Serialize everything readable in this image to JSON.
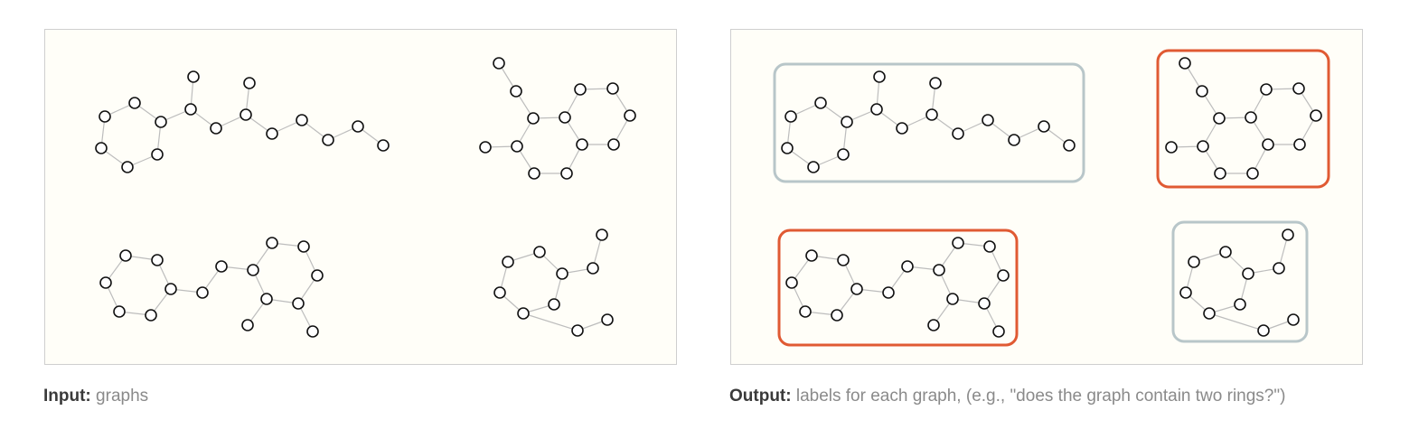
{
  "captions": {
    "input_label": "Input:",
    "input_text": "graphs",
    "output_label": "Output:",
    "output_text": "labels for each graph, (e.g., \"does the graph contain two rings?\")"
  },
  "colors": {
    "label_positive": "#e05a33",
    "label_negative": "#b8c6c9",
    "node_stroke": "#111111",
    "edge": "#bdbdbd",
    "panel_bg": "#fffef8"
  },
  "graphs": [
    {
      "id": "graph-1",
      "rings": 1,
      "label": "negative"
    },
    {
      "id": "graph-2",
      "rings": 2,
      "label": "positive"
    },
    {
      "id": "graph-3",
      "rings": 2,
      "label": "positive"
    },
    {
      "id": "graph-4",
      "rings": 1,
      "label": "negative"
    }
  ]
}
